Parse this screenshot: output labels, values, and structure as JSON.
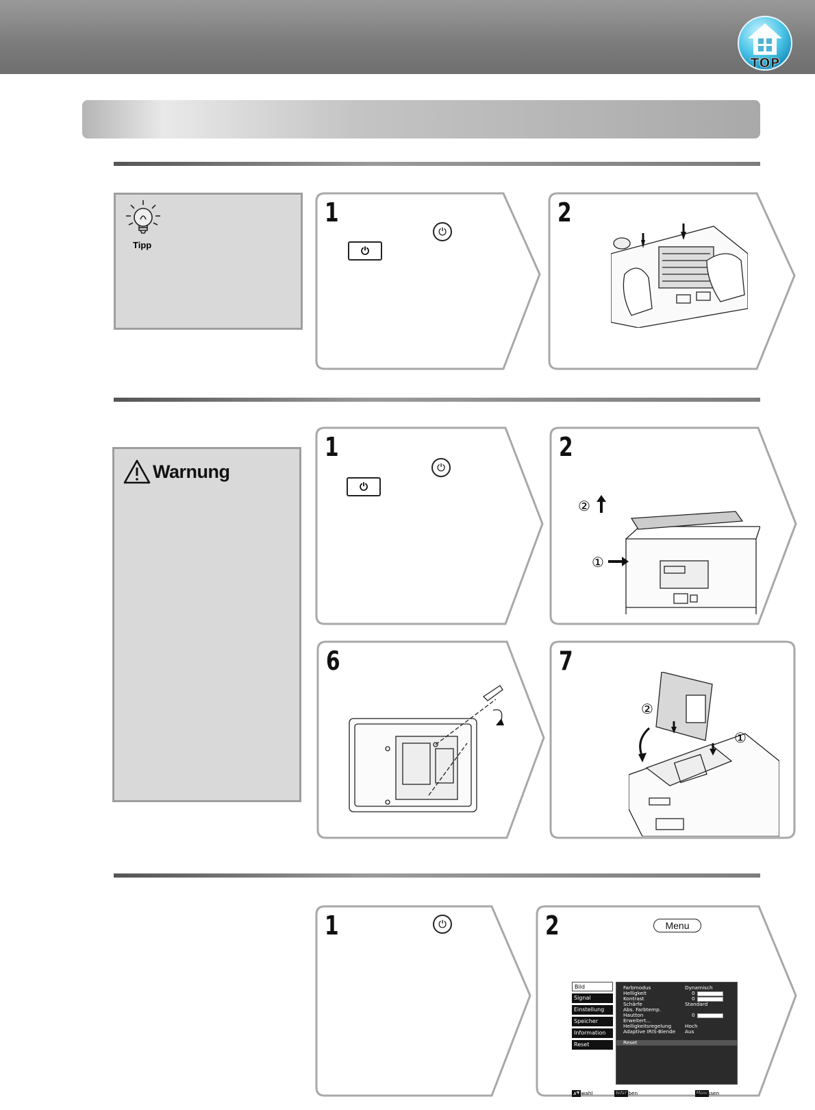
{
  "header": {
    "top_button_label": "TOP"
  },
  "tip": {
    "label": "Tipp"
  },
  "warning": {
    "title": "Warnung"
  },
  "remote_key": {
    "power_symbol": "⏻"
  },
  "steps": {
    "s1a": {
      "number": "1"
    },
    "s2a": {
      "number": "2"
    },
    "s1b": {
      "number": "1"
    },
    "s2b": {
      "number": "2"
    },
    "s6": {
      "number": "6"
    },
    "s7": {
      "number": "7"
    },
    "s1c": {
      "number": "1"
    },
    "s2c": {
      "number": "2",
      "menu_key": "Menu"
    }
  },
  "callouts": {
    "one": "①",
    "two": "②"
  },
  "osd_menu": {
    "tabs": [
      "Bild",
      "Signal",
      "Einstellung",
      "Speicher",
      "Information",
      "Reset"
    ],
    "rows": [
      {
        "key": "Farbmodus",
        "value": "Dynamisch"
      },
      {
        "key": "Helligkeit",
        "value": "0"
      },
      {
        "key": "Kontrast",
        "value": "0"
      },
      {
        "key": "Schärfe",
        "value": "Standard"
      },
      {
        "key": "Abs. Farbtemp.",
        "value": ""
      },
      {
        "key": "Hautton",
        "value": "0"
      },
      {
        "key": "Erweitert...",
        "value": ""
      },
      {
        "key": "Helligkeitsregelung",
        "value": "Hoch"
      },
      {
        "key": "Adaptive IRIS-Blende",
        "value": "Aus"
      }
    ],
    "reset_row": "Reset",
    "footer": {
      "select": "Auswahl",
      "enter": "Eingeben",
      "exit": "Verlassen",
      "select_tag": "▲▼",
      "enter_tag": "Enter",
      "exit_tag": "Menu"
    }
  }
}
